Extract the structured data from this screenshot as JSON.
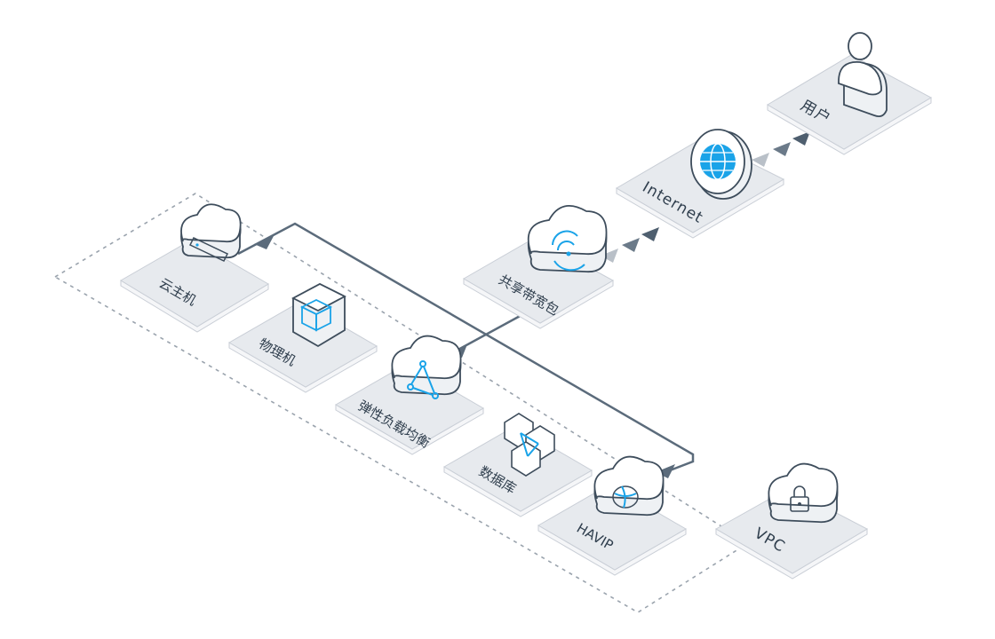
{
  "nodes": {
    "user": {
      "label": "用户",
      "icon": "user-icon"
    },
    "internet": {
      "label": "Internet",
      "icon": "globe-icon"
    },
    "shared_bw": {
      "label": "共享带宽包",
      "icon": "bandwidth-icon"
    },
    "cvm": {
      "label": "云主机",
      "icon": "server-icon"
    },
    "bm": {
      "label": "物理机",
      "icon": "box-icon"
    },
    "clb": {
      "label": "弹性负载均衡",
      "icon": "loadbalancer-icon"
    },
    "db": {
      "label": "数据库",
      "icon": "database-icon"
    },
    "havip": {
      "label": "HAVIP",
      "icon": "havip-icon"
    },
    "vpc": {
      "label": "VPC",
      "icon": "lock-icon"
    }
  },
  "colors": {
    "accent": "#1aa3e8",
    "line": "#5b6b7b",
    "plate": "#e7eaee",
    "arrow_light": "#b9c0c8"
  }
}
